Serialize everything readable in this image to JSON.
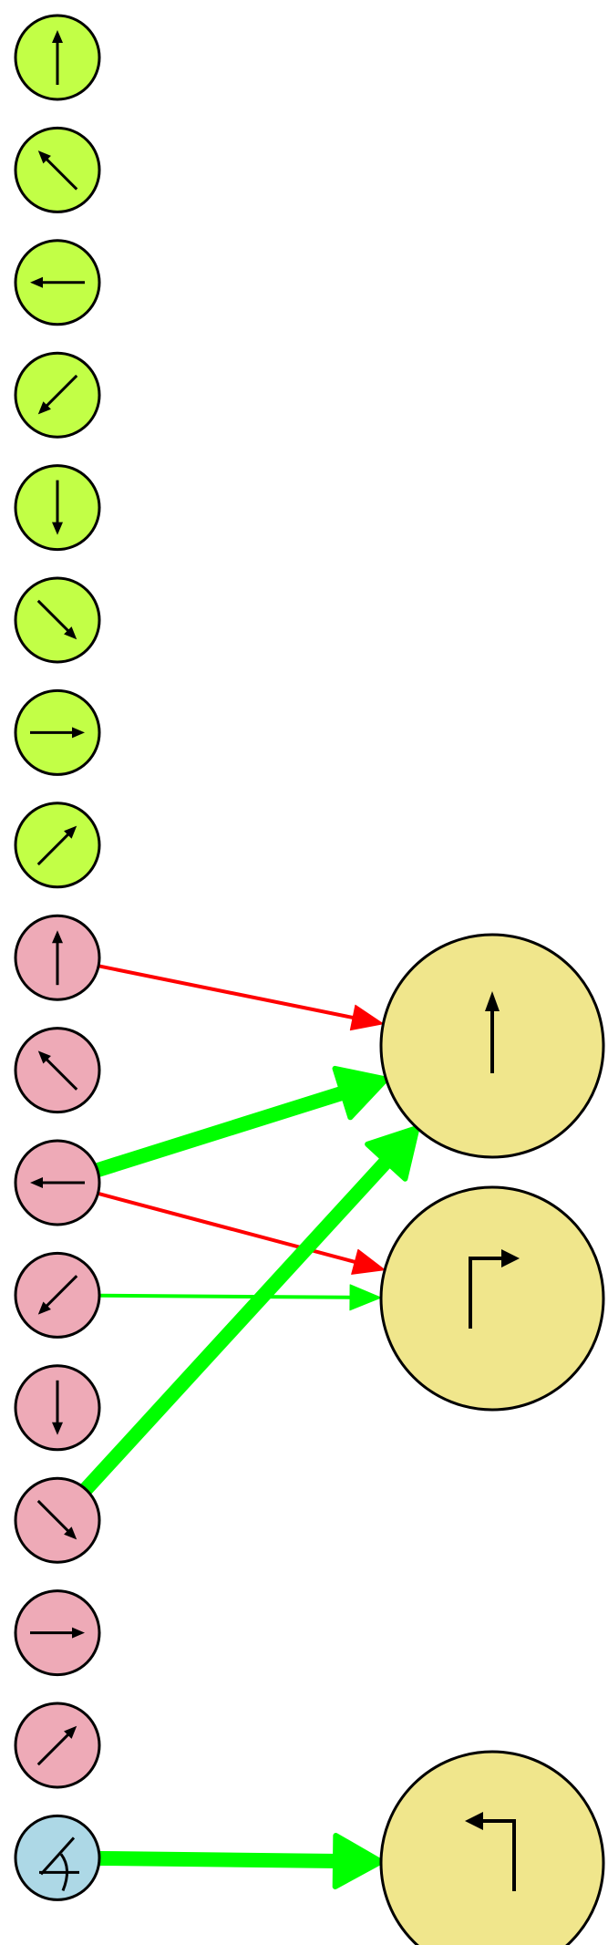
{
  "colors": {
    "green_node": "#c2ff46",
    "pink_node": "#eeaab7",
    "blue_node": "#add8e6",
    "output_node": "#f0e68c",
    "inhibitory_edge": "#ff0000",
    "excitatory_edge": "#00ff00",
    "outline": "#000000"
  },
  "input_nodes_green": [
    {
      "icon": "arrow-up-icon"
    },
    {
      "icon": "arrow-up-left-icon"
    },
    {
      "icon": "arrow-left-icon"
    },
    {
      "icon": "arrow-down-left-icon"
    },
    {
      "icon": "arrow-down-icon"
    },
    {
      "icon": "arrow-down-right-icon"
    },
    {
      "icon": "arrow-right-icon"
    },
    {
      "icon": "arrow-up-right-icon"
    }
  ],
  "input_nodes_pink": [
    {
      "icon": "arrow-up-icon"
    },
    {
      "icon": "arrow-up-left-icon"
    },
    {
      "icon": "arrow-left-icon"
    },
    {
      "icon": "arrow-down-left-icon"
    },
    {
      "icon": "arrow-down-icon"
    },
    {
      "icon": "arrow-down-right-icon"
    },
    {
      "icon": "arrow-right-icon"
    },
    {
      "icon": "arrow-up-right-icon"
    }
  ],
  "input_node_blue": {
    "icon": "angle-icon"
  },
  "output_nodes": [
    {
      "icon": "go-straight-icon"
    },
    {
      "icon": "turn-right-icon"
    },
    {
      "icon": "turn-left-icon"
    }
  ],
  "edges": [
    {
      "from": "pink-0",
      "to": "output-0",
      "type": "inhibitory",
      "weight": "thin"
    },
    {
      "from": "pink-2",
      "to": "output-0",
      "type": "excitatory",
      "weight": "thick"
    },
    {
      "from": "pink-2",
      "to": "output-1",
      "type": "inhibitory",
      "weight": "thin"
    },
    {
      "from": "pink-3",
      "to": "output-1",
      "type": "excitatory",
      "weight": "thin"
    },
    {
      "from": "pink-5",
      "to": "output-0",
      "type": "excitatory",
      "weight": "thick"
    },
    {
      "from": "blue-0",
      "to": "output-2",
      "type": "excitatory",
      "weight": "thick"
    }
  ]
}
